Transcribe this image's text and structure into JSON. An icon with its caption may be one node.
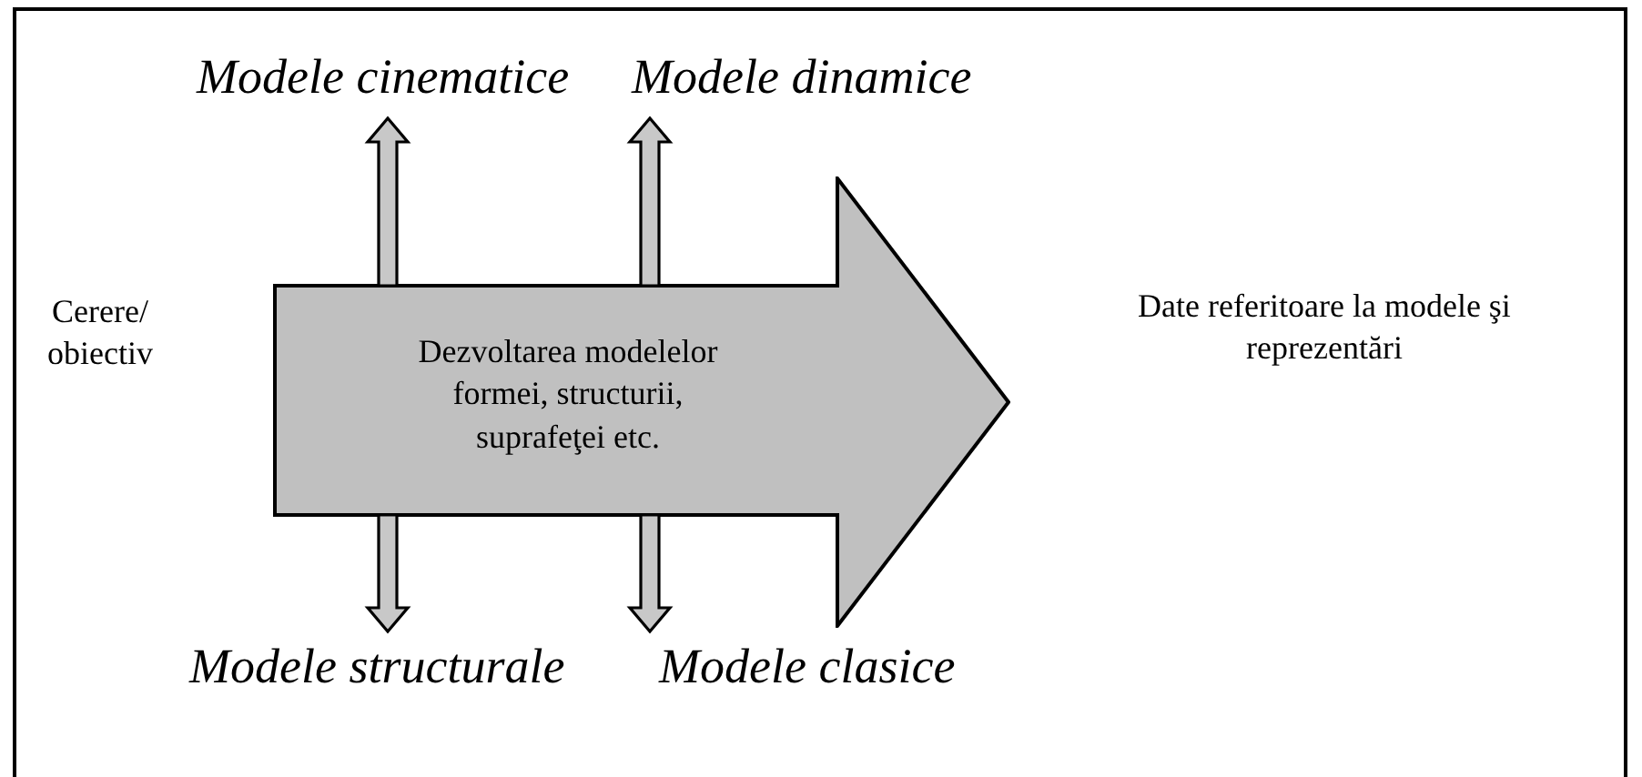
{
  "diagram": {
    "nodes": [
      {
        "text": [
          "Cerere/ obiectiv"
        ]
      },
      {
        "text": [
          "Dezvoltarea modelelor formei, structurii, suprafeţei etc."
        ]
      },
      {
        "text": [
          "Modele cinematice"
        ]
      },
      {
        "text": [
          "Modele dinamice"
        ]
      },
      {
        "text": [
          "Modele structurale"
        ]
      },
      {
        "text": [
          "Modele clasice"
        ]
      },
      {
        "text": [
          "Date referitoare la modele şi reprezentări"
        ]
      }
    ],
    "edges": [
      {
        "from": 1,
        "to": 2,
        "arrow": "to"
      },
      {
        "from": 1,
        "to": 3,
        "arrow": "to"
      },
      {
        "from": 1,
        "to": 4,
        "arrow": "to"
      },
      {
        "from": 1,
        "to": 5,
        "arrow": "to"
      }
    ]
  }
}
